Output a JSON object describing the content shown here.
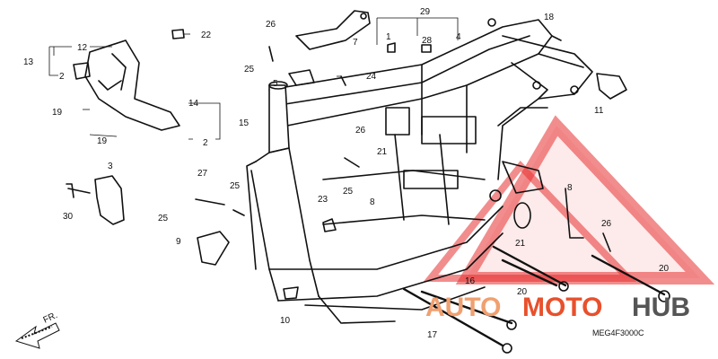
{
  "diagram_code": "MEG4F3000C",
  "direction_label": "FR.",
  "watermark": {
    "word_a": "AUTO",
    "word_b": "MOTO",
    "word_c": "HUB",
    "color_a": "#f0a070",
    "color_b": "#e8502c",
    "color_c": "#555555",
    "triangle_color": "#e83030"
  },
  "callouts": [
    "13",
    "12",
    "2",
    "22",
    "26",
    "7",
    "29",
    "1",
    "28",
    "4",
    "18",
    "25",
    "5",
    "24",
    "19",
    "14",
    "15",
    "2",
    "19",
    "11",
    "26",
    "21",
    "3",
    "27",
    "25",
    "8",
    "25",
    "30",
    "23",
    "6",
    "25",
    "9",
    "26",
    "21",
    "16",
    "20",
    "20",
    "10",
    "17"
  ]
}
